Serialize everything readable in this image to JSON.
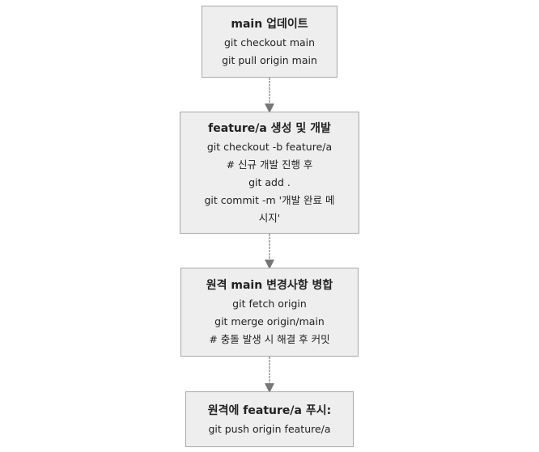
{
  "nodes": [
    {
      "title": "main 업데이트",
      "lines": [
        "git checkout main",
        "git pull origin main"
      ]
    },
    {
      "title": "feature/a 생성 및 개발",
      "lines": [
        "git checkout -b feature/a",
        "# 신규 개발 진행 후",
        "git add .",
        "git commit -m '개발 완료 메",
        "시지'"
      ]
    },
    {
      "title": "원격 main 변경사항 병합",
      "lines": [
        "git fetch origin",
        "git merge origin/main",
        "# 충돌 발생 시 해결 후 커밋"
      ]
    },
    {
      "title": "원격에 feature/a 푸시:",
      "lines": [
        "git push origin feature/a"
      ]
    }
  ],
  "colors": {
    "box_fill": "#eeeeee",
    "box_border": "#a8a8a8",
    "arrow": "#777777"
  }
}
